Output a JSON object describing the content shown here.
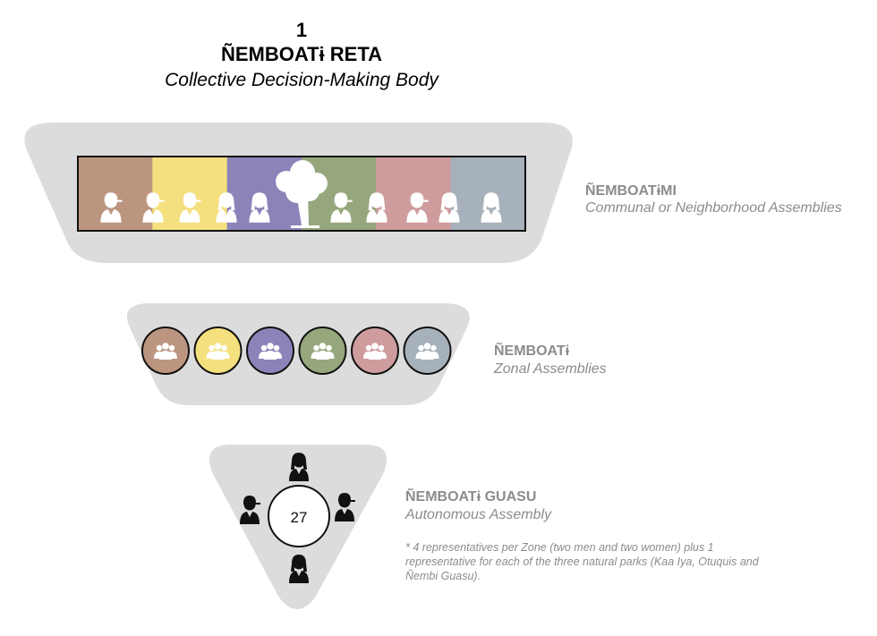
{
  "header": {
    "number": "1",
    "title": "ÑEMBOATɨ RETA",
    "subtitle": "Collective Decision-Making Body"
  },
  "levels": [
    {
      "id": "communal",
      "name": "ÑEMBOATɨMI",
      "description": "Communal or Neighborhood Assemblies",
      "icon": "tree-icon"
    },
    {
      "id": "zonal",
      "name": "ÑEMBOATɨ",
      "description": "Zonal Assemblies",
      "icon": "group-icon"
    },
    {
      "id": "autonomous",
      "name": "ÑEMBOATɨ GUASU",
      "description": "Autonomous Assembly",
      "count": "27",
      "note_lines": [
        "* 4 representatives per Zone (two men and two women) plus 1",
        "representative for each of the three natural parks (Kaa Iya, Otuquis and",
        "Ñembi Guasu)."
      ]
    }
  ],
  "zone_colors": [
    "#bc9580",
    "#f4e07e",
    "#8b84b9",
    "#97a77d",
    "#cf9c9e",
    "#a7b1bb"
  ],
  "colors": {
    "shape_fill": "#dcdcdc",
    "label_gray": "#8c8c8c",
    "title": "#000000",
    "icon_white": "#ffffff",
    "icon_dark": "#111111"
  }
}
